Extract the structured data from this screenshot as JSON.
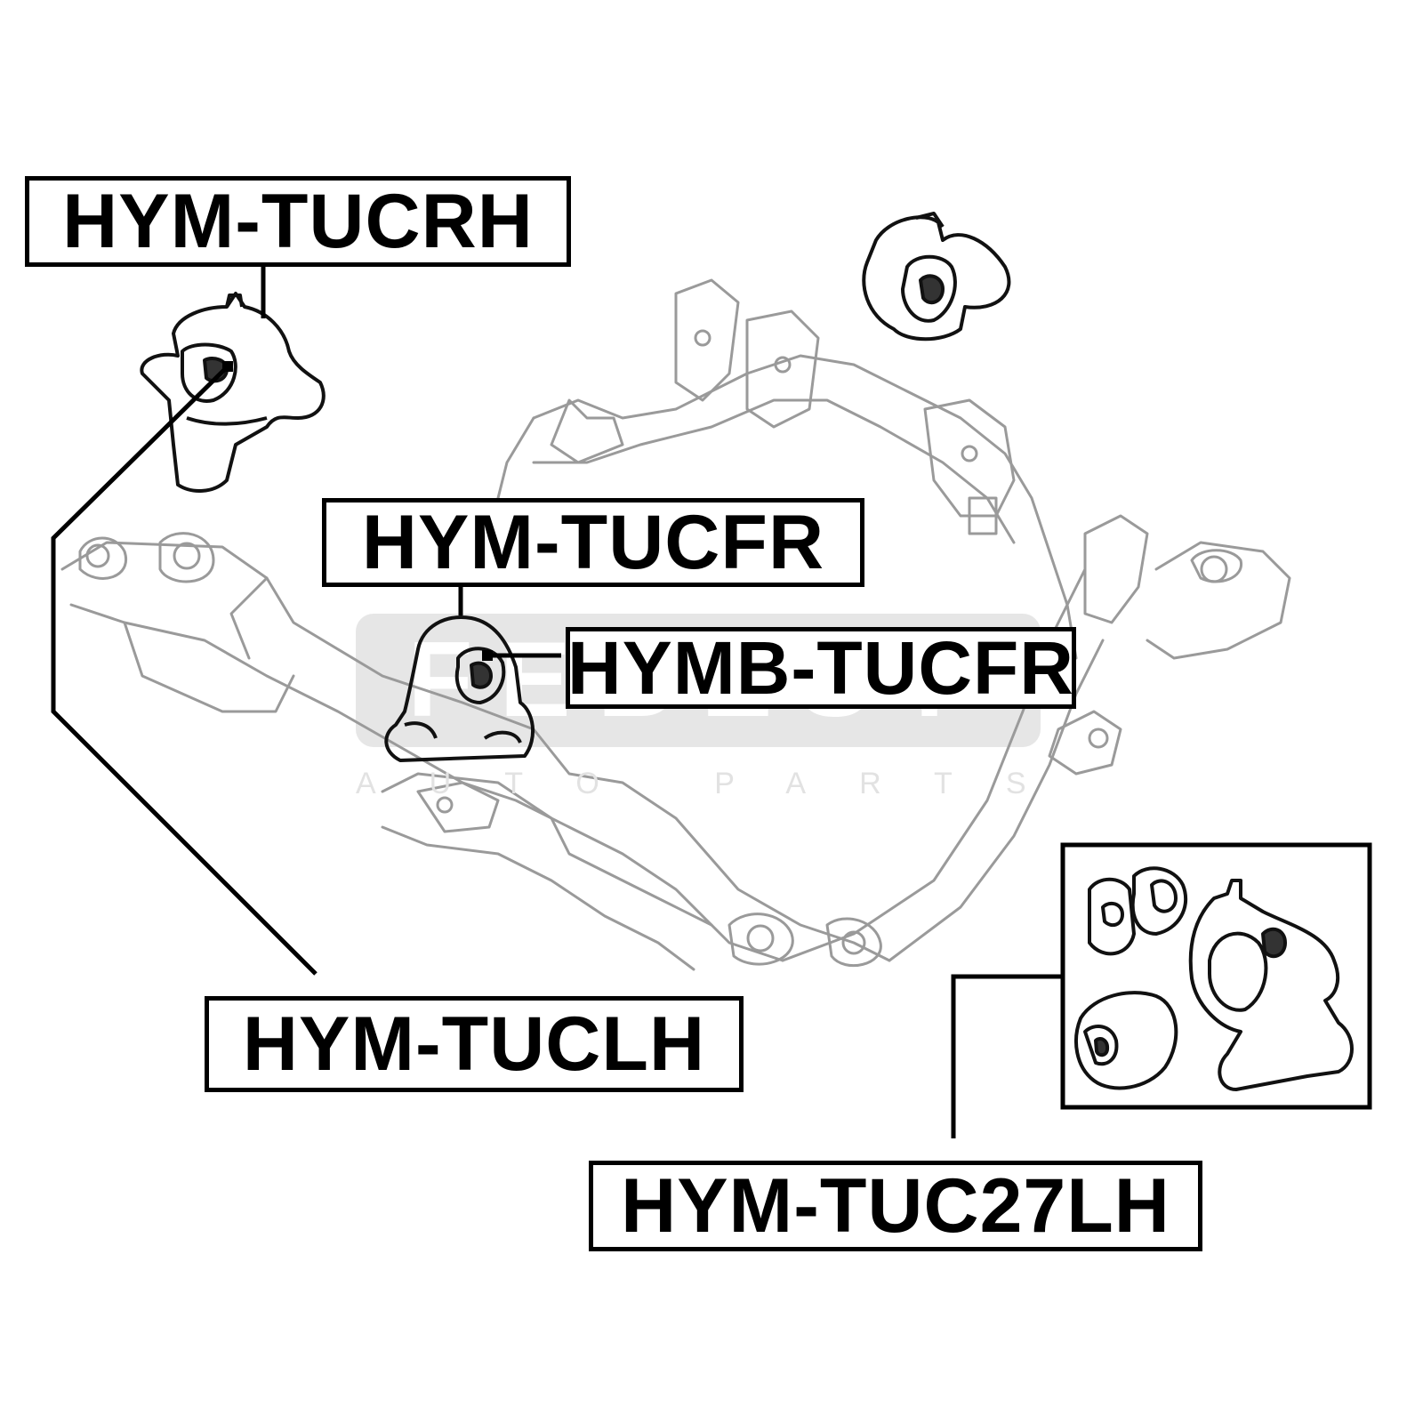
{
  "diagram": {
    "subject": "front subframe engine mount diagram",
    "labels": {
      "tucrh": "HYM-TUCRH",
      "tucfr": "HYM-TUCFR",
      "hymb_tucfr": "HYMB-TUCFR",
      "tuclh": "HYM-TUCLH",
      "tuc27lh": "HYM-TUC27LH"
    },
    "watermark": {
      "brand": "FEBEST",
      "tagline": "AUTO PARTS"
    },
    "colors": {
      "ink": "#000000",
      "frame_line": "#9a9a9a",
      "watermark": "#e6e6e6",
      "background": "#ffffff"
    }
  }
}
